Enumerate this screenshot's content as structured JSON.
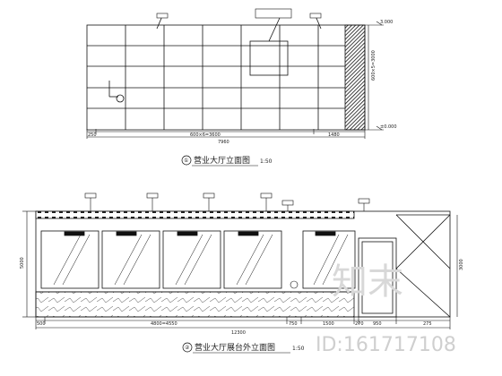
{
  "drawing_top": {
    "caption": "营业大厅立面图",
    "scale": "1:50",
    "number": "①",
    "dims": {
      "left": "250",
      "mid": "600×6=3600",
      "right": "1480",
      "total": "7960",
      "height": "600×5=3000",
      "level_top": "3.000",
      "level_bottom": "±0.000"
    }
  },
  "drawing_bottom": {
    "caption": "营业大厅展台外立面图",
    "scale": "1:50",
    "number": "②",
    "dims": {
      "height": "5000",
      "height_right": "3000",
      "segments": [
        "500",
        "4800=4550",
        "750",
        "1500",
        "270",
        "950",
        "275"
      ],
      "total": "12300"
    }
  },
  "watermark": {
    "mark": "知末",
    "id": "ID:161717108"
  }
}
